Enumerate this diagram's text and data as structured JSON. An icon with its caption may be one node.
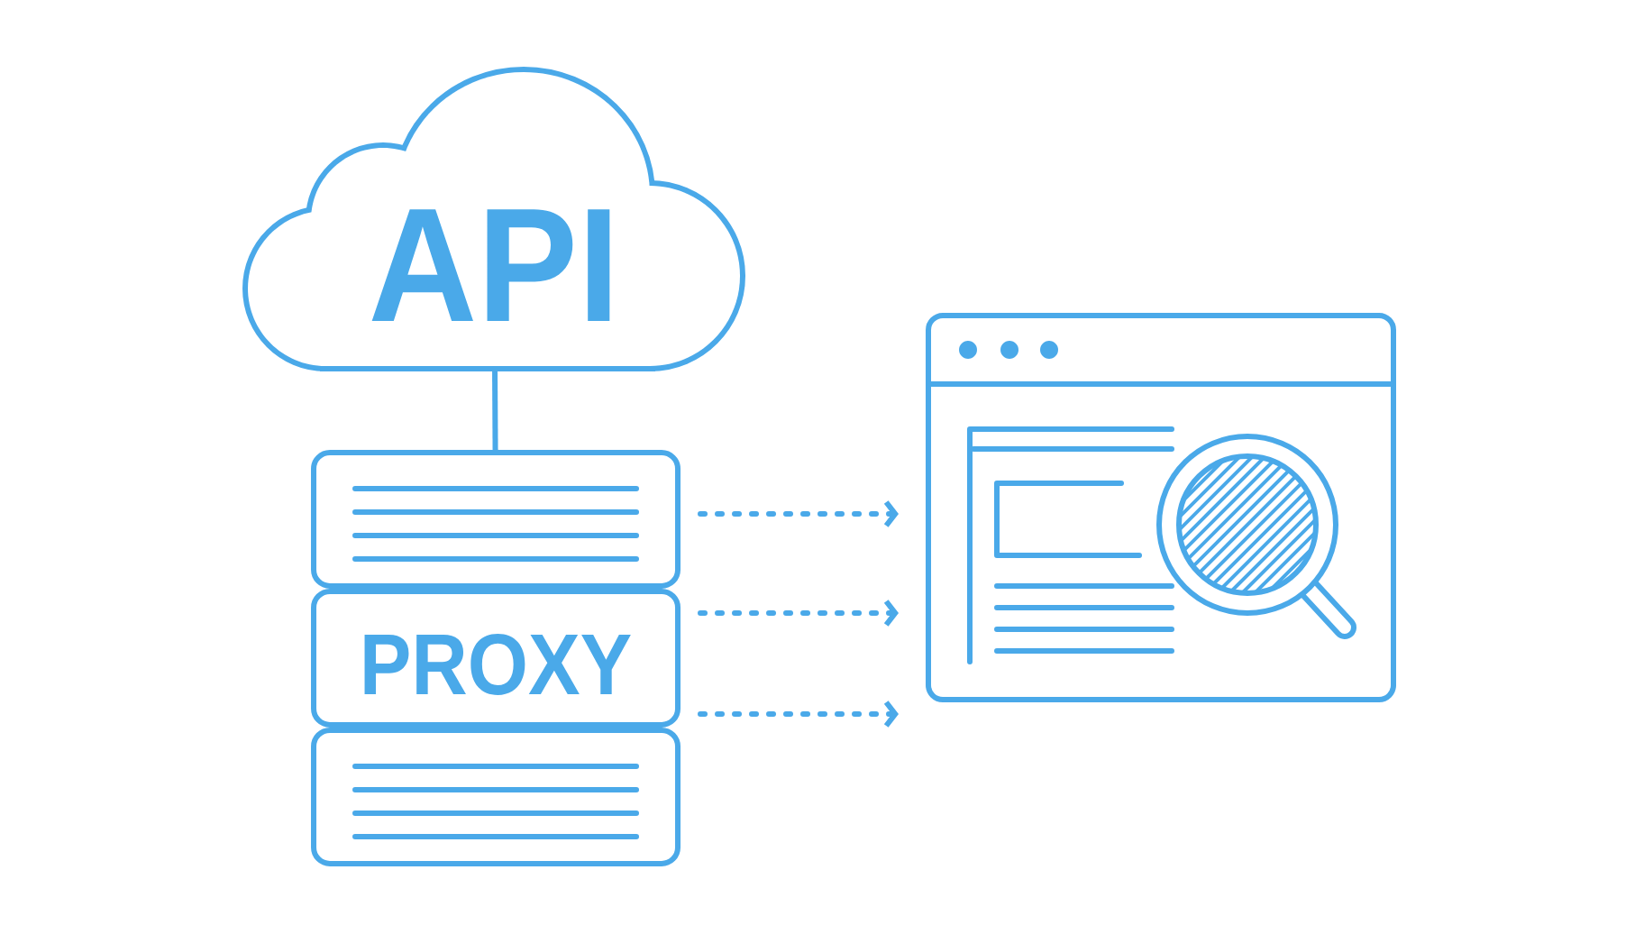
{
  "diagram": {
    "nodes": [
      {
        "text": [
          "API"
        ]
      },
      {
        "text": [],
        "shape": "box"
      },
      {
        "text": [
          "PROXY"
        ]
      },
      {
        "text": [],
        "shape": "box"
      },
      {
        "text": [],
        "shape": "picture"
      }
    ],
    "edges": [
      {
        "from": 0,
        "to": 1,
        "arrow": "none"
      },
      {
        "from": 1,
        "to": 4,
        "arrow": "to",
        "style": "dashed"
      },
      {
        "from": 2,
        "to": 4,
        "arrow": "to",
        "style": "dashed"
      },
      {
        "from": 2,
        "to": 4,
        "arrow": "to",
        "style": "dashed"
      }
    ]
  }
}
